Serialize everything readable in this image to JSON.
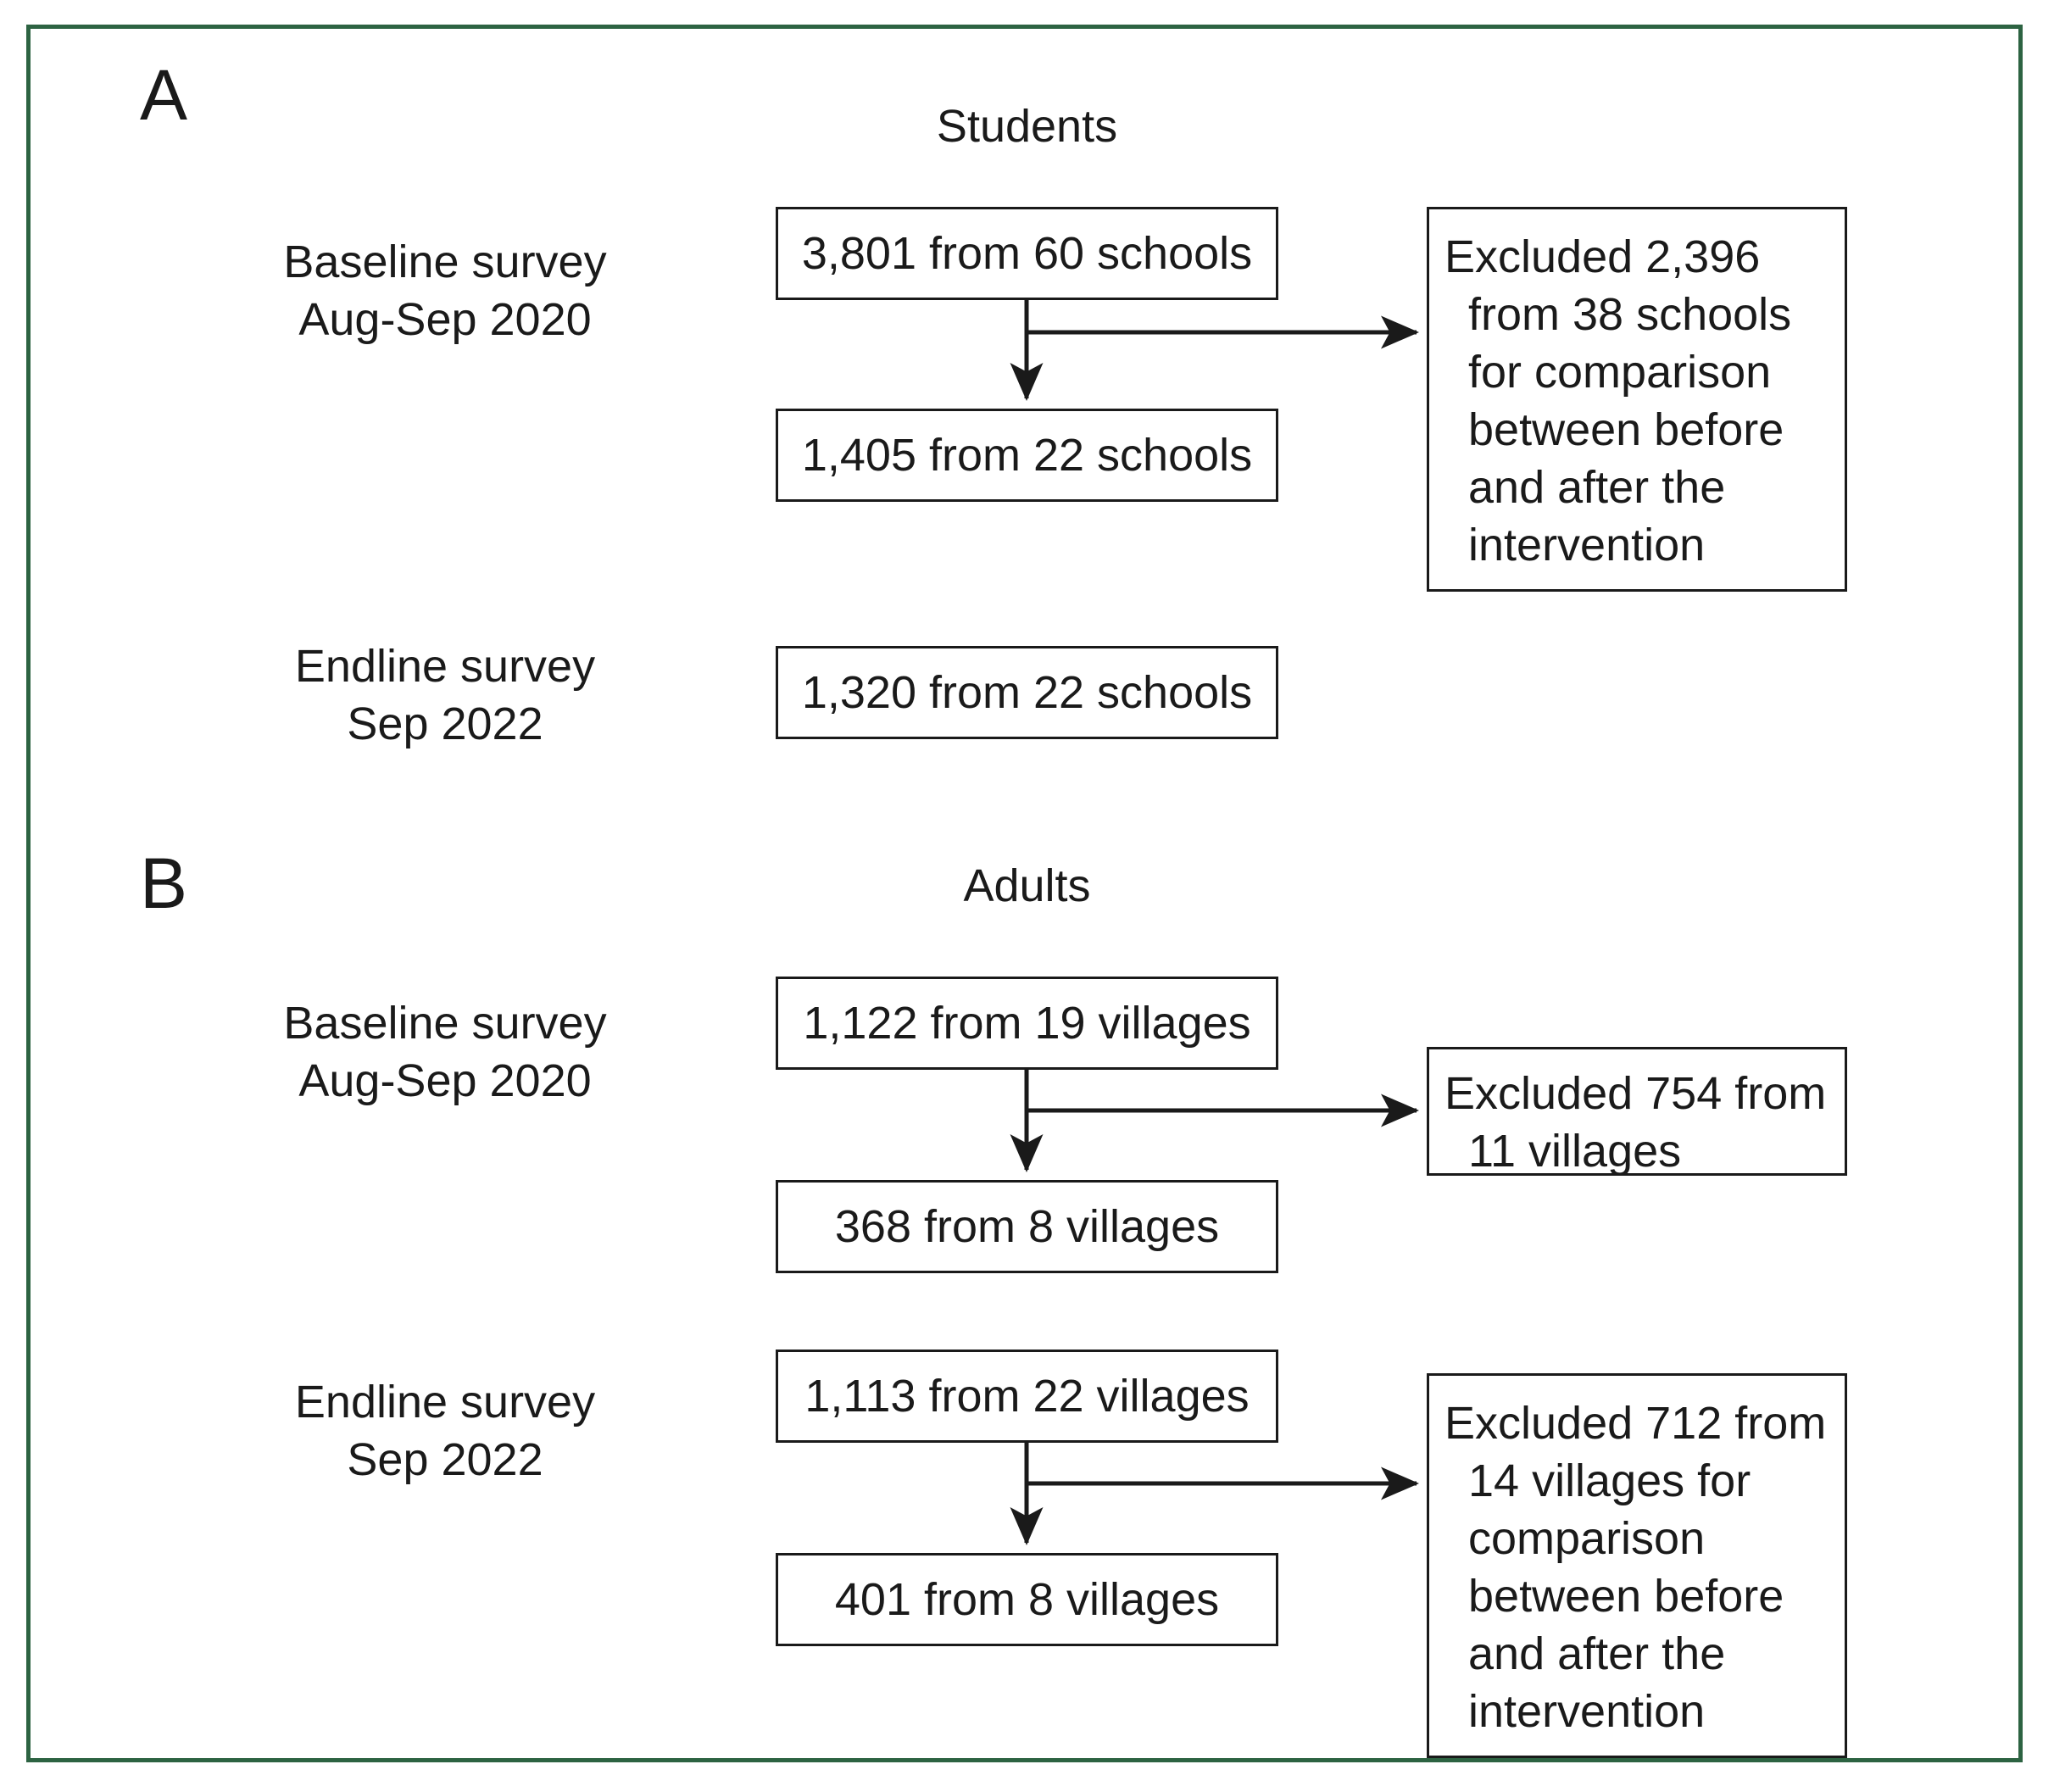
{
  "figure": {
    "frame_color": "#2d6342",
    "line_color": "#1a1a1a"
  },
  "panels": [
    {
      "letter": "A",
      "group_heading": "Students",
      "rows": [
        {
          "survey_label_line1": "Baseline survey",
          "survey_label_line2": "Aug-Sep 2020",
          "total_box": "3,801 from 60 schools",
          "kept_box": "1,405 from 22 schools",
          "excluded_box": "Excluded 2,396 from 38 schools for comparison between before and after the intervention"
        },
        {
          "survey_label_line1": "Endline survey",
          "survey_label_line2": "Sep 2022",
          "total_box": "1,320 from 22 schools",
          "kept_box": "",
          "excluded_box": ""
        }
      ]
    },
    {
      "letter": "B",
      "group_heading": "Adults",
      "rows": [
        {
          "survey_label_line1": "Baseline survey",
          "survey_label_line2": "Aug-Sep 2020",
          "total_box": "1,122 from 19 villages",
          "kept_box": "368 from 8 villages",
          "excluded_box": "Excluded 754 from 11 villages"
        },
        {
          "survey_label_line1": "Endline survey",
          "survey_label_line2": "Sep 2022",
          "total_box": "1,113 from 22 villages",
          "kept_box": "401 from 8 villages",
          "excluded_box": "Excluded 712 from 14 villages for comparison between before and after the intervention"
        }
      ]
    }
  ]
}
